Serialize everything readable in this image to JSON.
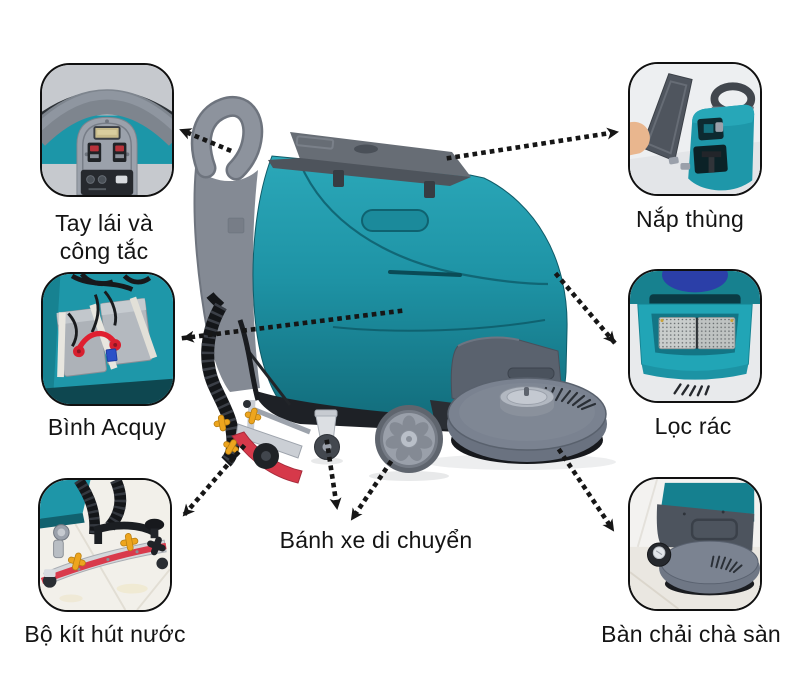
{
  "diagram_type": "product-feature-callouts",
  "product": "floor-scrubber-machine-side-view",
  "callouts": [
    {
      "id": "steering",
      "position": "top-left",
      "label": "Tay lái và công tắc",
      "lines": [
        "Tay lái và",
        "công tắc"
      ],
      "photo": "steering-wheel-and-switch-panel"
    },
    {
      "id": "tank-lid",
      "position": "top-right",
      "label": "Nắp thùng",
      "lines": [
        "Nắp thùng"
      ],
      "photo": "open-tank-lid-with-hand"
    },
    {
      "id": "battery",
      "position": "middle-left",
      "label": "Bình Acquy",
      "lines": [
        "Bình Acquy"
      ],
      "photo": "battery-compartment"
    },
    {
      "id": "filter",
      "position": "middle-right",
      "label": "Lọc rác",
      "lines": [
        "Lọc rác"
      ],
      "photo": "debris-filter-tray"
    },
    {
      "id": "squeegee",
      "position": "bottom-left",
      "label": "Bộ kít hút nước",
      "lines": [
        "Bộ kít hút nước"
      ],
      "photo": "water-suction-squeegee-kit"
    },
    {
      "id": "brush",
      "position": "bottom-right",
      "label": "Bàn chải chà sàn",
      "lines": [
        "Bàn chải chà sàn"
      ],
      "photo": "floor-brush-deck"
    }
  ],
  "wheels_label": {
    "id": "wheels",
    "label": "Bánh xe di chuyển",
    "position": "bottom-center"
  },
  "arrow_style": {
    "type": "dotted",
    "color": "#161616",
    "arrowhead": "chevron"
  },
  "colors": {
    "background": "#ffffff",
    "machine_teal": "#1E93A5",
    "machine_teal_light": "#2BA8B9",
    "machine_teal_dark": "#126B7A",
    "lid_gray": "#4E545C",
    "handle_gray": "#8A909A",
    "deck_gray": "#747C8A",
    "bumper_gray": "#5A626E",
    "squeegee_red": "#D6394A",
    "knob_yellow": "#EDA51E",
    "battery_cable_red": "#E01F30",
    "filter_tank_blue": "#2B3FA8",
    "label_text": "#141414",
    "callout_border": "#101010"
  }
}
